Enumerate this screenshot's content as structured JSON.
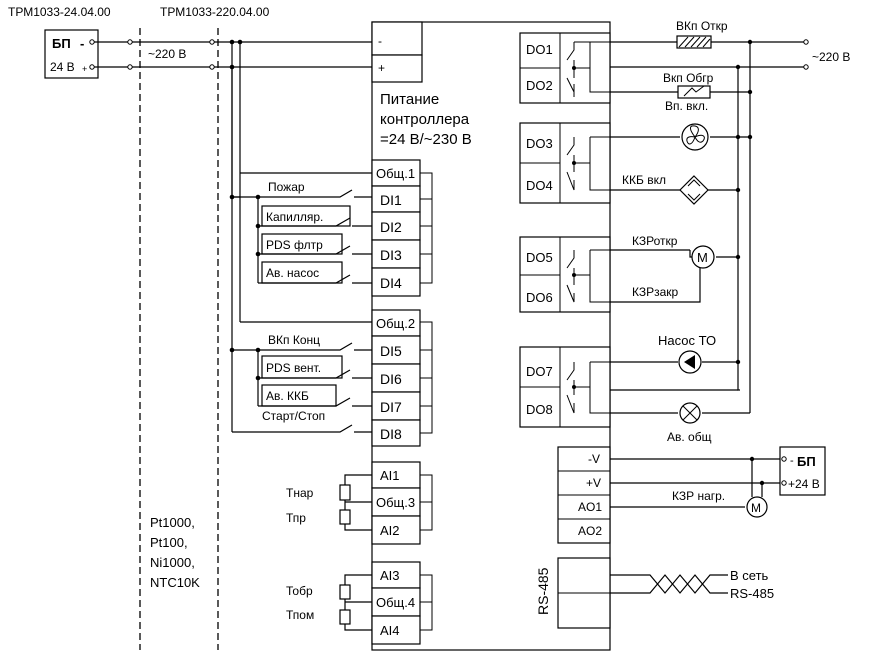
{
  "models": {
    "left": "ТРМ1033-24.04.00",
    "right": "ТРМ1033-220.04.00"
  },
  "psu_left": {
    "title": "БП",
    "minus": "-",
    "voltage": "24 В",
    "plus": "+"
  },
  "mains_left": "~220 В",
  "mains_right": "~220 В",
  "power": {
    "minus": "-",
    "plus": "+",
    "line1": "Питание",
    "line2": "контроллера",
    "line3": "=24 В/~230 В"
  },
  "commons": {
    "c1": "Общ.1",
    "c2": "Общ.2",
    "c3": "Общ.3",
    "c4": "Общ.4"
  },
  "di": {
    "di1": "DI1",
    "di2": "DI2",
    "di3": "DI3",
    "di4": "DI4",
    "di5": "DI5",
    "di6": "DI6",
    "di7": "DI7",
    "di8": "DI8"
  },
  "di_labels": {
    "l1": "Пожар",
    "l2": "Капилляр.",
    "l3": "PDS флтр",
    "l4": "Ав. насос",
    "l5": "ВКп Конц",
    "l6": "PDS вент.",
    "l7": "Ав. ККБ",
    "l8": "Старт/Стоп"
  },
  "ai": {
    "ai1": "AI1",
    "ai2": "AI2",
    "ai3": "AI3",
    "ai4": "AI4"
  },
  "sensor_labels": {
    "s1": "Тнар",
    "s2": "Тпр",
    "s3": "Тобр",
    "s4": "Тпом"
  },
  "sensor_types": {
    "t1": "Pt1000,",
    "t2": "Pt100,",
    "t3": "Ni1000,",
    "t4": "NTC10K"
  },
  "do": {
    "do1": "DO1",
    "do2": "DO2",
    "do3": "DO3",
    "do4": "DO4",
    "do5": "DO5",
    "do6": "DO6",
    "do7": "DO7",
    "do8": "DO8"
  },
  "do_labels": {
    "l1": "ВКп Откр",
    "l2": "Вкп Обгр",
    "l2b": "Вп. вкл.",
    "l4": "ККБ вкл",
    "l5": "КЗРоткр",
    "l6": "КЗРзакр",
    "l7": "Насос ТО",
    "l8": "Ав. общ"
  },
  "ao": {
    "minus_v": "-V",
    "plus_v": "+V",
    "ao1": "AO1",
    "ao2": "AO2"
  },
  "psu_right": {
    "title": "БП",
    "minus": "-",
    "voltage": "+24 В"
  },
  "ao_load": "КЗР нагр.",
  "motor_symbol": "M",
  "rs485": {
    "port": "RS-485",
    "net1": "В сеть",
    "net2": "RS-485"
  }
}
